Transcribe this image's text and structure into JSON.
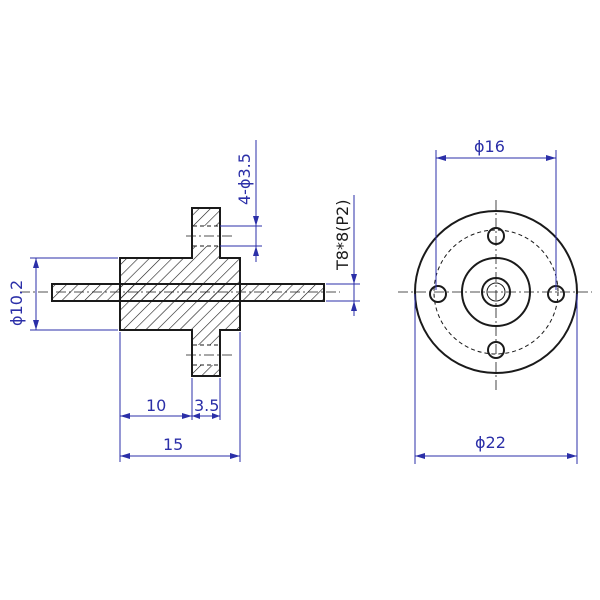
{
  "drawing": {
    "side_view": {
      "dia_shaft_nut": "ϕ10.2",
      "hole_spec": "4-ϕ3.5",
      "thread_spec": "T8*8(P2)",
      "len_body": "10",
      "len_flange": "3.5",
      "len_total": "15"
    },
    "front_view": {
      "dia_pitch": "ϕ16",
      "dia_outer": "ϕ22"
    }
  },
  "colors": {
    "dimension": "#2b2fa8",
    "outline": "#1a1a1a"
  }
}
